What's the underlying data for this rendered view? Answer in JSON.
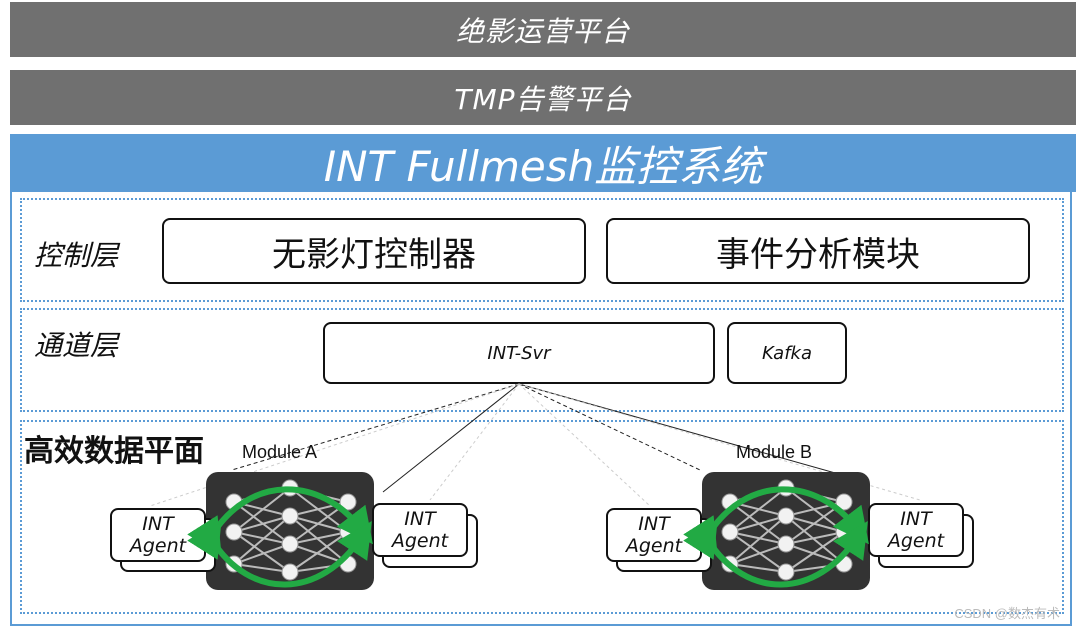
{
  "top_bars": {
    "ops_platform": "绝影运营平台",
    "alert_platform": "TMP告警平台"
  },
  "system_title": "INT Fullmesh监控系统",
  "layers": {
    "control": {
      "label": "控制层",
      "boxes": [
        "无影灯控制器",
        "事件分析模块"
      ]
    },
    "channel": {
      "label": "通道层",
      "boxes": [
        "INT-Svr",
        "Kafka"
      ]
    },
    "data": {
      "label": "高效数据平面",
      "modules": [
        {
          "name": "Module A",
          "agents": [
            {
              "line1": "INT",
              "line2": "Agent"
            },
            {
              "line1": "INT",
              "line2": "Agent"
            }
          ]
        },
        {
          "name": "Module B",
          "agents": [
            {
              "line1": "INT",
              "line2": "Agent"
            },
            {
              "line1": "INT",
              "line2": "Agent"
            }
          ]
        }
      ]
    }
  },
  "watermark": "CSDN @数杰有术",
  "colors": {
    "header_gray": "#707070",
    "accent_blue": "#5b9bd5",
    "arrow_green": "#22aa44",
    "mesh_dark": "#333333"
  }
}
